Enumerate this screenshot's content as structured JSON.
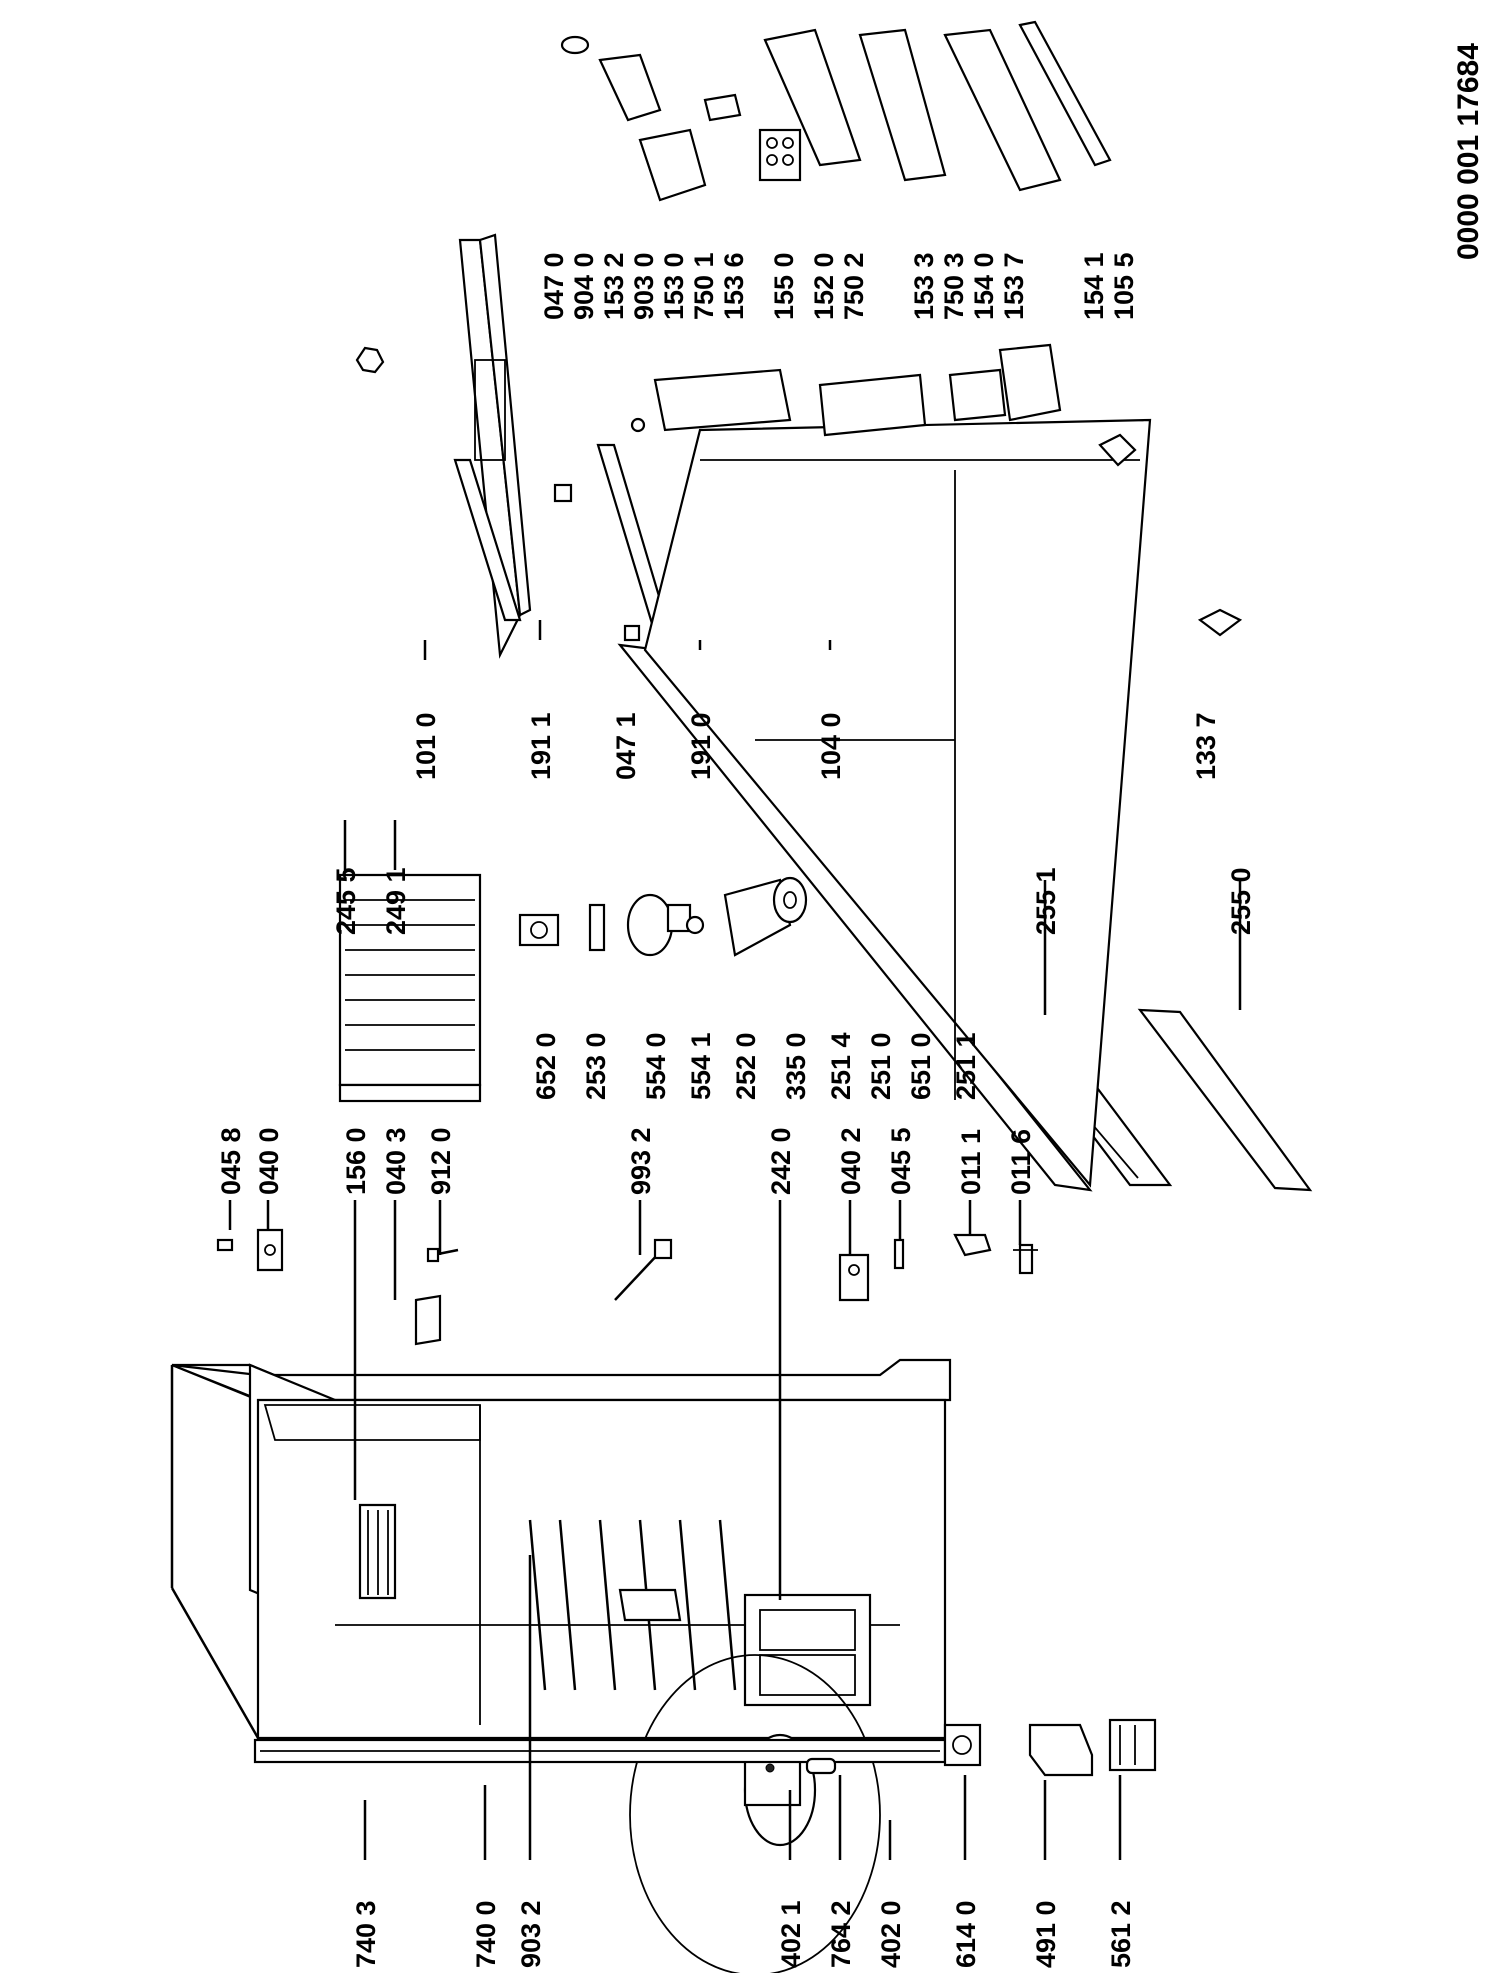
{
  "document_number": "0000 001 17684",
  "part_labels": {
    "p7403": "740 3",
    "p7400": "740 0",
    "p9032": "903 2",
    "p4021": "402 1",
    "p7642": "764 2",
    "p4020": "402 0",
    "p6140": "614 0",
    "p4910": "491 0",
    "p5612": "561 2",
    "p0458": "045 8",
    "p0400": "040 0",
    "p1560": "156 0",
    "p0403": "040 3",
    "p9120": "912 0",
    "p9932": "993 2",
    "p2420": "242 0",
    "p0402": "040 2",
    "p0455": "045 5",
    "p0111": "011 1",
    "p0116": "011 6",
    "p6520": "652 0",
    "p2530": "253 0",
    "p5540": "554 0",
    "p5541": "554 1",
    "p2520": "252 0",
    "p3350": "335 0",
    "p2514": "251 4",
    "p2510": "251 0",
    "p6510": "651 0",
    "p2511": "251 1",
    "p2455": "245 5",
    "p2491": "249 1",
    "p2551": "255 1",
    "p2550": "255 0",
    "p1010": "101 0",
    "p1911": "191 1",
    "p0471": "047 1",
    "p1910": "191 0",
    "p1040": "104 0",
    "p1337": "133 7",
    "p0470": "047 0",
    "p9040": "904 0",
    "p1532": "153 2",
    "p9030": "903 0",
    "p1530": "153 0",
    "p7501": "750 1",
    "p1536": "153 6",
    "p1550": "155 0",
    "p1520": "152 0",
    "p7502": "750 2",
    "p1533": "153 3",
    "p7503": "750 3",
    "p1540": "154 0",
    "p1537": "153 7",
    "p1541": "154 1",
    "p1055": "105 5"
  }
}
